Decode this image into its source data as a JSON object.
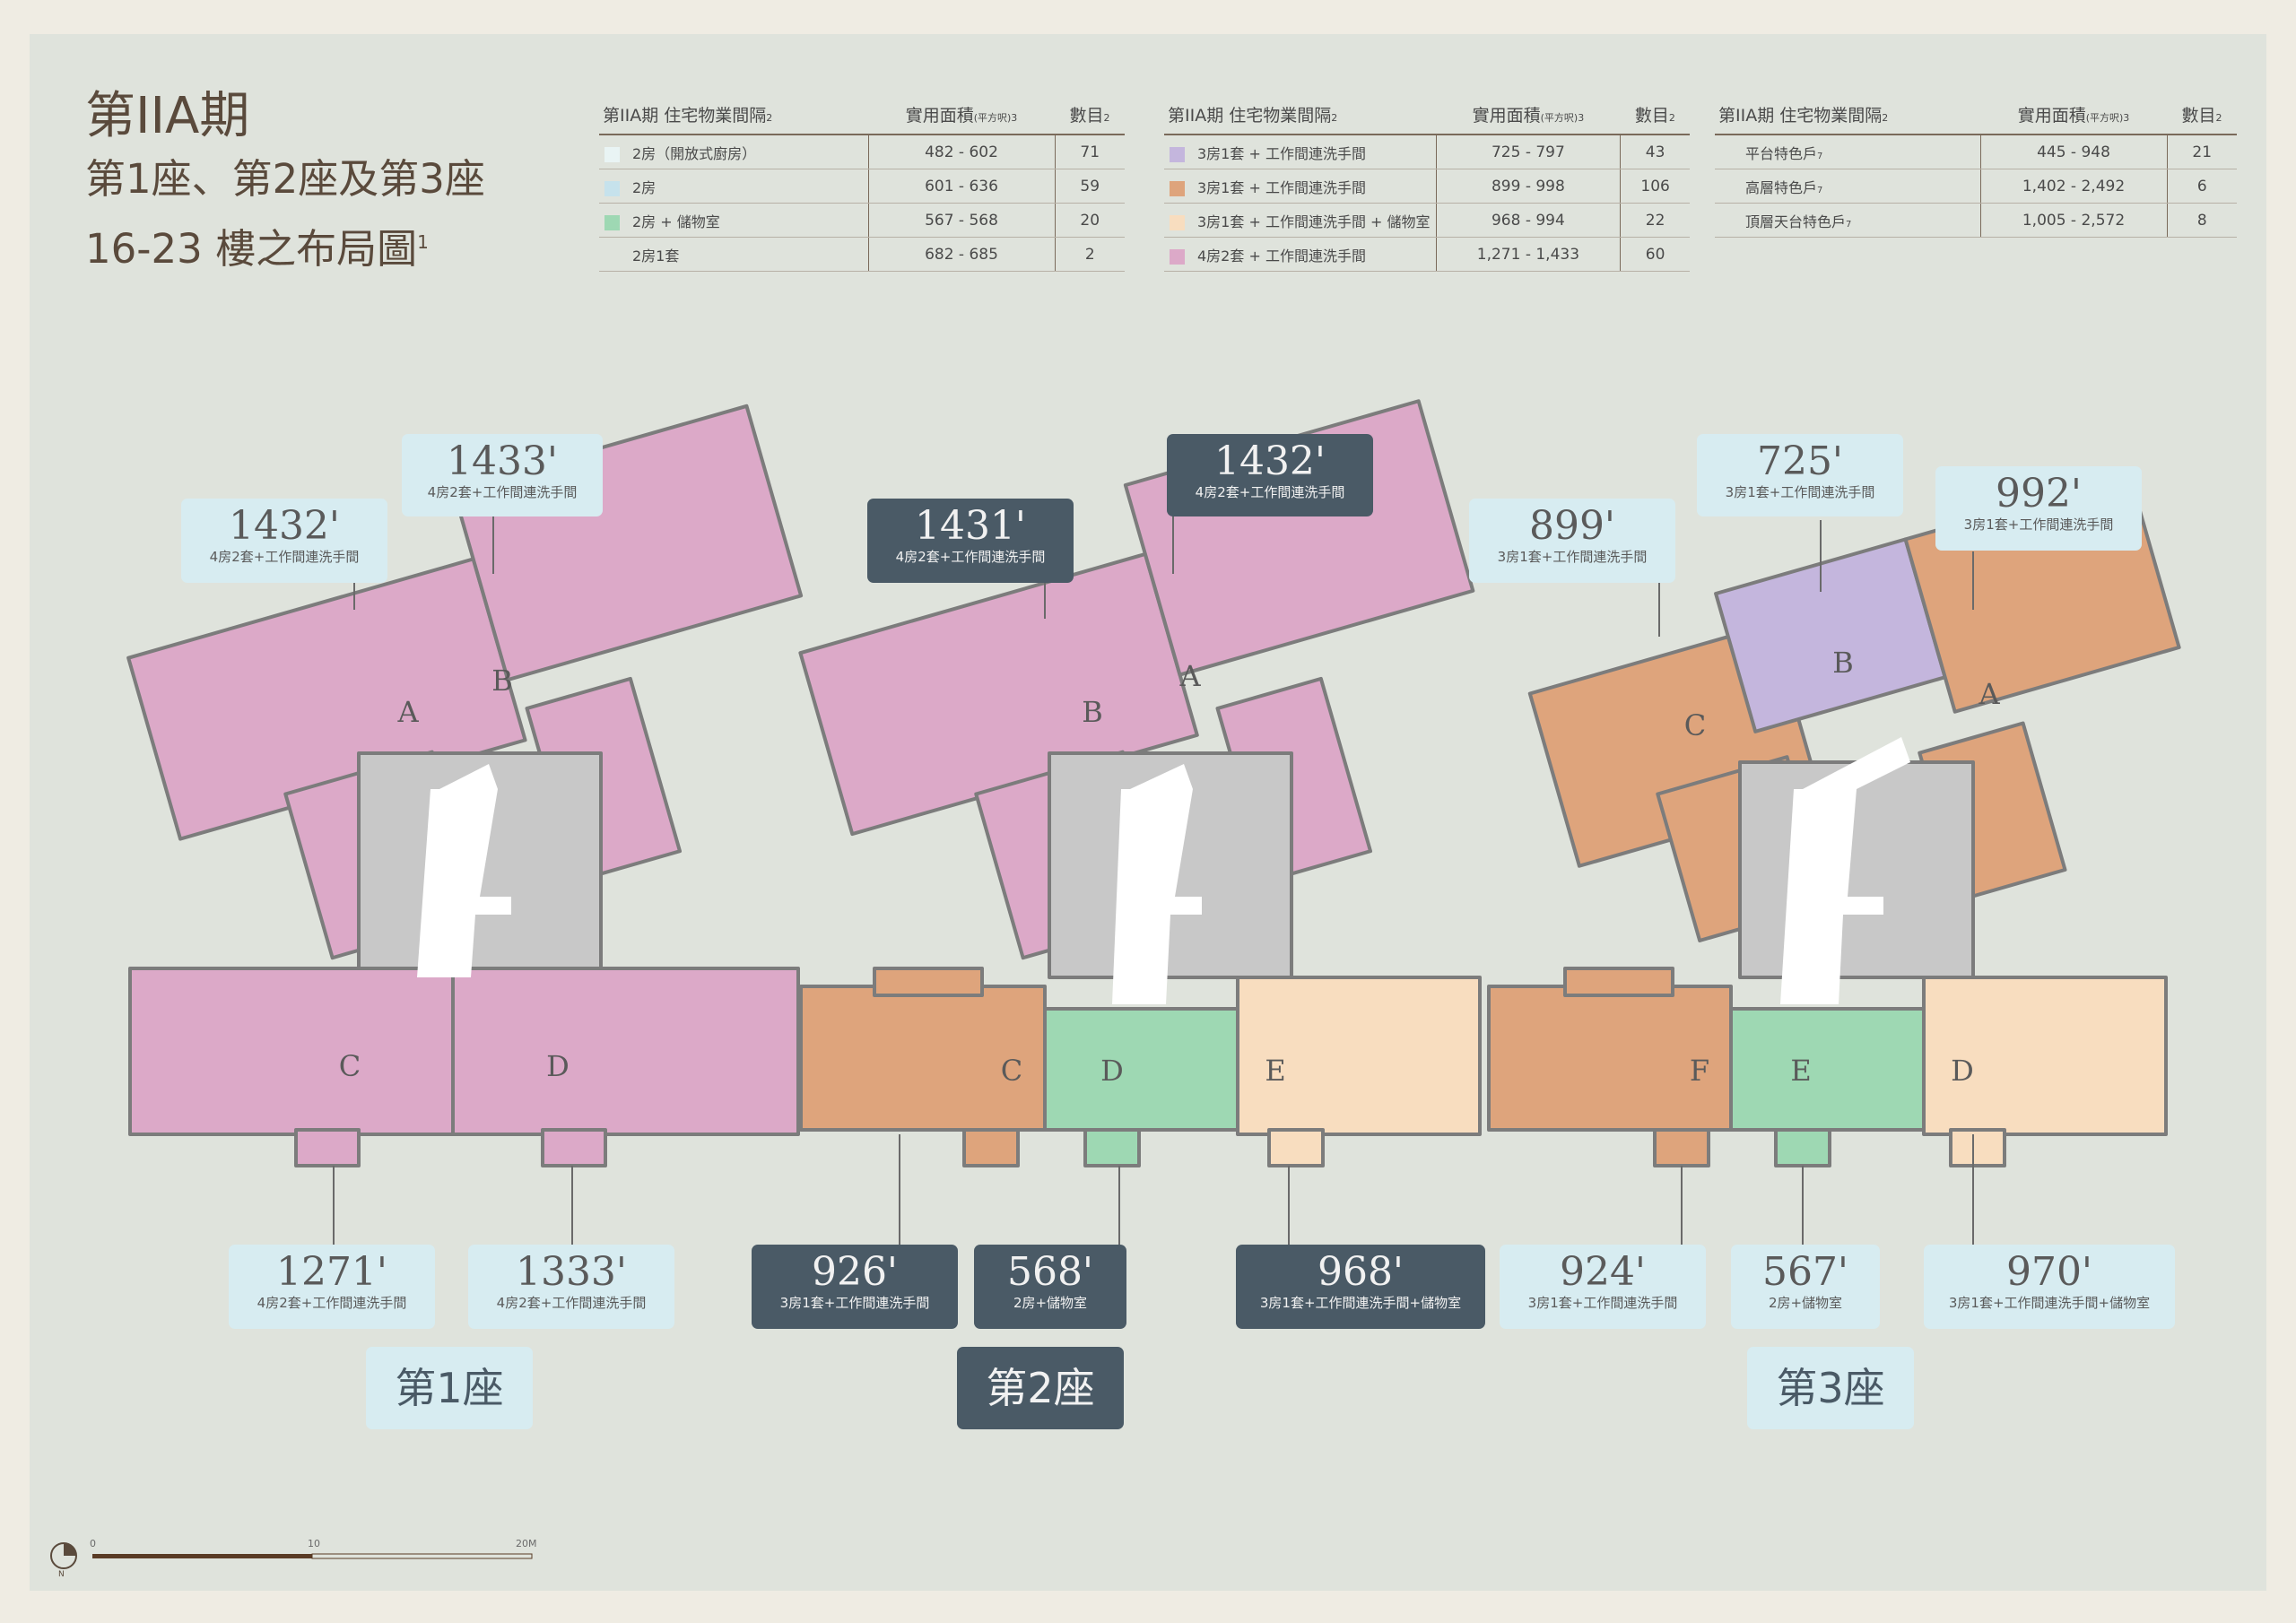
{
  "title": {
    "line1": "第IIA期",
    "line2": "第1座、第2座及第3座",
    "line3": "16-23 樓之布局圖",
    "line3_sup": "1"
  },
  "legend_tables": [
    {
      "header": {
        "type": "第IIA期 住宅物業間隔",
        "type_sup": "2",
        "area": "實用面積",
        "area_unit": "(平方呎)",
        "area_sup": "3",
        "count": "數目",
        "count_sup": "2"
      },
      "rows": [
        {
          "swatch": "#e9f4f4",
          "label": "2房（開放式廚房）",
          "area": "482 - 602",
          "count": "71"
        },
        {
          "swatch": "#c6e2ec",
          "label": "2房",
          "area": "601 - 636",
          "count": "59"
        },
        {
          "swatch": "#9ed8b3",
          "label": "2房 + 儲物室",
          "area": "567 - 568",
          "count": "20"
        },
        {
          "swatch": "",
          "label": "2房1套",
          "area": "682 - 685",
          "count": "2"
        }
      ]
    },
    {
      "header": {
        "type": "第IIA期 住宅物業間隔",
        "type_sup": "2",
        "area": "實用面積",
        "area_unit": "(平方呎)",
        "area_sup": "3",
        "count": "數目",
        "count_sup": "2"
      },
      "rows": [
        {
          "swatch": "#c4b6dd",
          "label": "3房1套 + 工作間連洗手間",
          "area": "725 - 797",
          "count": "43"
        },
        {
          "swatch": "#dea47c",
          "label": "3房1套 + 工作間連洗手間",
          "area": "899 - 998",
          "count": "106"
        },
        {
          "swatch": "#f8ddbf",
          "label": "3房1套 + 工作間連洗手間 + 儲物室",
          "area": "968 - 994",
          "count": "22"
        },
        {
          "swatch": "#dca9c8",
          "label": "4房2套 + 工作間連洗手間",
          "area": "1,271 - 1,433",
          "count": "60"
        }
      ]
    },
    {
      "header": {
        "type": "第IIA期 住宅物業間隔",
        "type_sup": "2",
        "area": "實用面積",
        "area_unit": "(平方呎)",
        "area_sup": "3",
        "count": "數目",
        "count_sup": "2"
      },
      "rows": [
        {
          "swatch": "",
          "label": "平台特色戶",
          "label_sup": "7",
          "area": "445 - 948",
          "count": "21"
        },
        {
          "swatch": "",
          "label": "高層特色戶",
          "label_sup": "7",
          "area": "1,402 - 2,492",
          "count": "6"
        },
        {
          "swatch": "",
          "label": "頂層天台特色戶",
          "label_sup": "7",
          "area": "1,005 - 2,572",
          "count": "8"
        }
      ]
    }
  ],
  "unit_labels": [
    {
      "area": "1433'",
      "desc": "4房2套+工作間連洗手間",
      "dark": false
    },
    {
      "area": "1432'",
      "desc": "4房2套+工作間連洗手間",
      "dark": false
    },
    {
      "area": "1431'",
      "desc": "4房2套+工作間連洗手間",
      "dark": true
    },
    {
      "area": "1432'",
      "desc": "4房2套+工作間連洗手間",
      "dark": true
    },
    {
      "area": "899'",
      "desc": "3房1套+工作間連洗手間",
      "dark": false
    },
    {
      "area": "725'",
      "desc": "3房1套+工作間連洗手間",
      "dark": false
    },
    {
      "area": "992'",
      "desc": "3房1套+工作間連洗手間",
      "dark": false
    },
    {
      "area": "1271'",
      "desc": "4房2套+工作間連洗手間",
      "dark": false
    },
    {
      "area": "1333'",
      "desc": "4房2套+工作間連洗手間",
      "dark": false
    },
    {
      "area": "926'",
      "desc": "3房1套+工作間連洗手間",
      "dark": true
    },
    {
      "area": "568'",
      "desc": "2房+儲物室",
      "dark": true
    },
    {
      "area": "968'",
      "desc": "3房1套+工作間連洗手間+儲物室",
      "dark": true
    },
    {
      "area": "924'",
      "desc": "3房1套+工作間連洗手間",
      "dark": false
    },
    {
      "area": "567'",
      "desc": "2房+儲物室",
      "dark": false
    },
    {
      "area": "970'",
      "desc": "3房1套+工作間連洗手間+儲物室",
      "dark": false
    }
  ],
  "towers": [
    {
      "label": "第1座",
      "dark": false
    },
    {
      "label": "第2座",
      "dark": true
    },
    {
      "label": "第3座",
      "dark": false
    }
  ],
  "flat_letters": {
    "tower1": [
      "A",
      "B",
      "C",
      "D"
    ],
    "tower2": [
      "B",
      "A",
      "C",
      "D",
      "E"
    ],
    "tower3": [
      "C",
      "B",
      "A",
      "F",
      "E",
      "D"
    ]
  },
  "scale_bar": {
    "ticks": [
      "0",
      "10",
      "20M"
    ],
    "north": "N"
  },
  "colors": {
    "pink": "#dca9c8",
    "orange": "#dea47c",
    "peach": "#f8ddbf",
    "green": "#9ed8b3",
    "purple": "#c4b6dd",
    "core": "#c8c8c8",
    "wall": "#7c7c7c",
    "dark_label": "#4a5a66",
    "light_label": "#d7ecf1"
  }
}
